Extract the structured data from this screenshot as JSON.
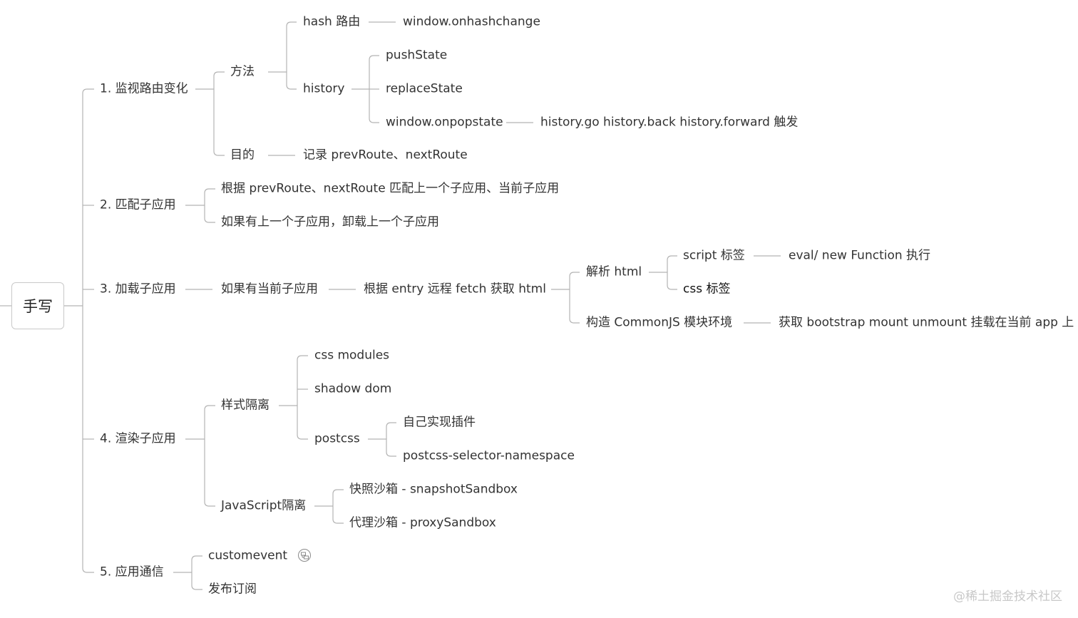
{
  "mindmap": {
    "root": "手写",
    "b1": {
      "label": "1. 监视路由变化",
      "method": "方法",
      "hash": "hash 路由",
      "hash_handler": "window.onhashchange",
      "history": "history",
      "push_state": "pushState",
      "replace_state": "replaceState",
      "onpopstate": "window.onpopstate",
      "popstate_trigger": "history.go  history.back history.forward 触发",
      "purpose": "目的",
      "purpose_detail": "记录 prevRoute、nextRoute"
    },
    "b2": {
      "label": "2. 匹配子应用",
      "match": "根据 prevRoute、nextRoute 匹配上一个子应用、当前子应用",
      "unmount": "如果有上一个子应用，卸载上一个子应用"
    },
    "b3": {
      "label": "3. 加载子应用",
      "condition": "如果有当前子应用",
      "fetch": "根据 entry 远程 fetch 获取 html",
      "parse": "解析 html",
      "script_tag": "script 标签",
      "script_exec": "eval/ new Function 执行",
      "css_tag": "css 标签",
      "commonjs": "构造 CommonJS 模块环境",
      "lifecycle": "获取 bootstrap mount unmount 挂载在当前 app 上"
    },
    "b4": {
      "label": "4. 渲染子应用",
      "style": "样式隔离",
      "css_modules": "css modules",
      "shadow_dom": "shadow dom",
      "postcss": "postcss",
      "own_plugin": "自己实现插件",
      "namespace": "postcss-selector-namespace",
      "js": "JavaScript隔离",
      "snapshot": "快照沙箱 - snapshotSandbox",
      "proxy": "代理沙箱 - proxySandbox"
    },
    "b5": {
      "label": "5. 应用通信",
      "custom_event": "customevent",
      "pubsub": "发布订阅"
    }
  },
  "icons": {
    "note": "link-note-icon"
  },
  "watermark": "@稀土掘金技术社区",
  "colors": {
    "line": "#b3b3b3",
    "text": "#333333",
    "root_border": "#c9c9c9"
  }
}
